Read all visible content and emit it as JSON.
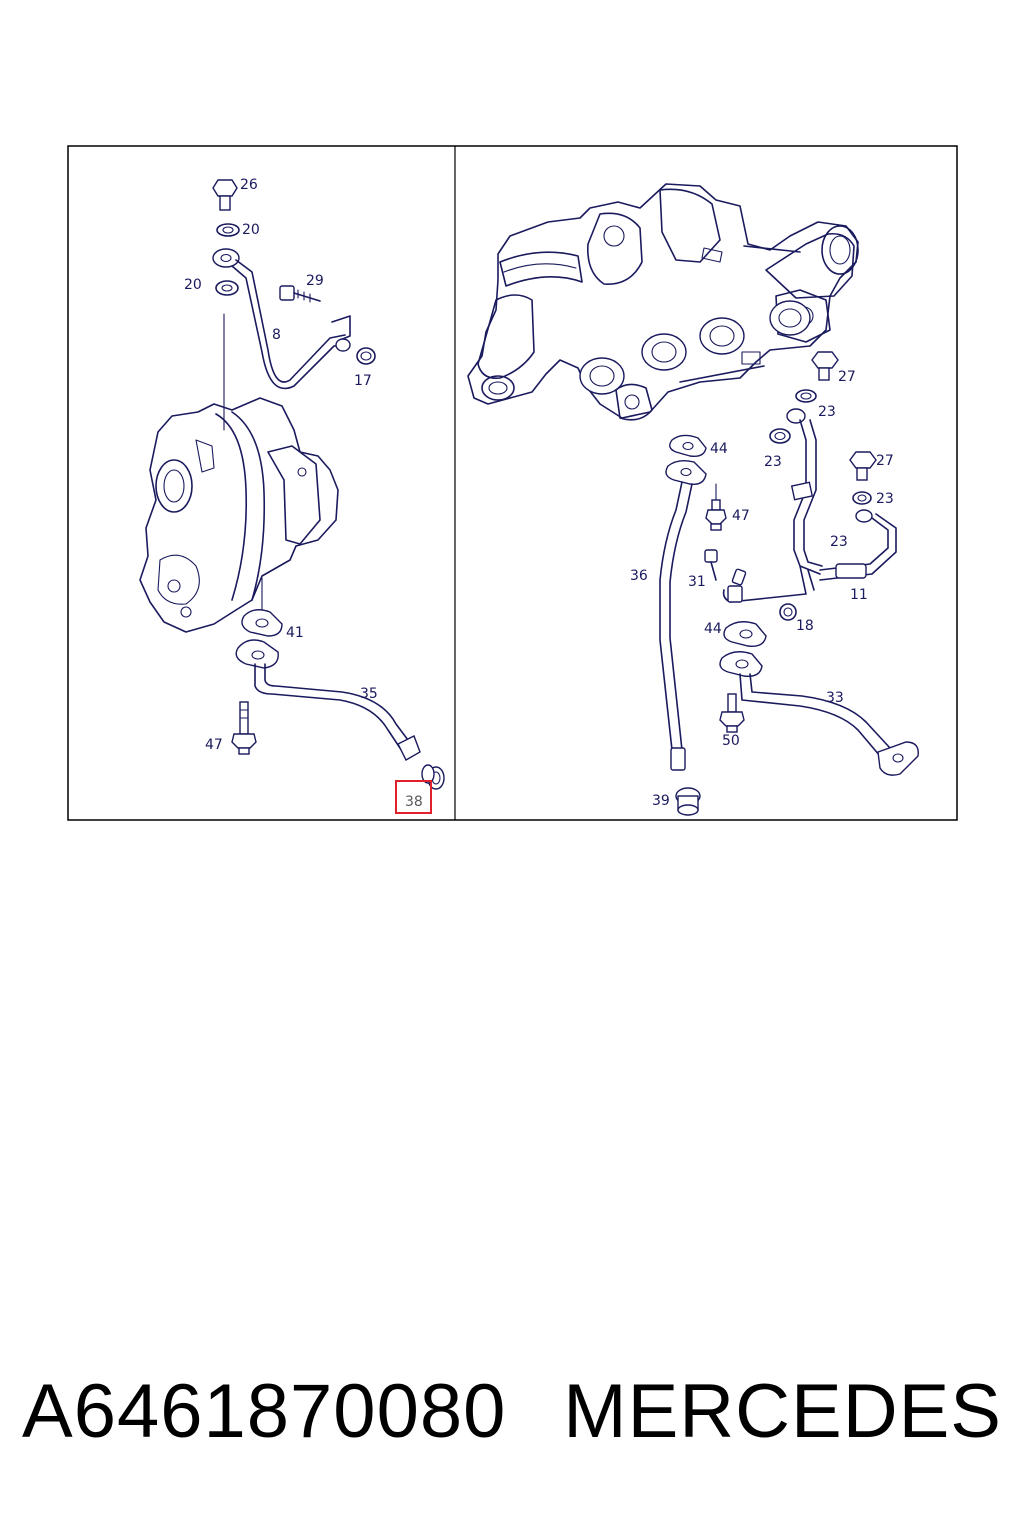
{
  "diagram": {
    "left_panel_callouts": [
      {
        "id": "c26",
        "label": "26"
      },
      {
        "id": "c20a",
        "label": "20"
      },
      {
        "id": "c20b",
        "label": "20"
      },
      {
        "id": "c29",
        "label": "29"
      },
      {
        "id": "c8",
        "label": "8"
      },
      {
        "id": "c17",
        "label": "17"
      },
      {
        "id": "c41",
        "label": "41"
      },
      {
        "id": "c35",
        "label": "35"
      },
      {
        "id": "c47a",
        "label": "47"
      },
      {
        "id": "c38",
        "label": "38"
      }
    ],
    "right_panel_callouts": [
      {
        "id": "c27a",
        "label": "27"
      },
      {
        "id": "c23a",
        "label": "23"
      },
      {
        "id": "c23b",
        "label": "23"
      },
      {
        "id": "c44a",
        "label": "44"
      },
      {
        "id": "c27b",
        "label": "27"
      },
      {
        "id": "c23c",
        "label": "23"
      },
      {
        "id": "c47b",
        "label": "47"
      },
      {
        "id": "c23d",
        "label": "23"
      },
      {
        "id": "c36",
        "label": "36"
      },
      {
        "id": "c31",
        "label": "31"
      },
      {
        "id": "c11",
        "label": "11"
      },
      {
        "id": "c44b",
        "label": "44"
      },
      {
        "id": "c18",
        "label": "18"
      },
      {
        "id": "c33",
        "label": "33"
      },
      {
        "id": "c50",
        "label": "50"
      },
      {
        "id": "c39",
        "label": "39"
      }
    ],
    "highlighted_callout": "38",
    "highlight_color": "#e0202a",
    "line_color": "#1a1a5e"
  },
  "footer": {
    "part_number": "A6461870080",
    "brand": "MERCEDES"
  }
}
